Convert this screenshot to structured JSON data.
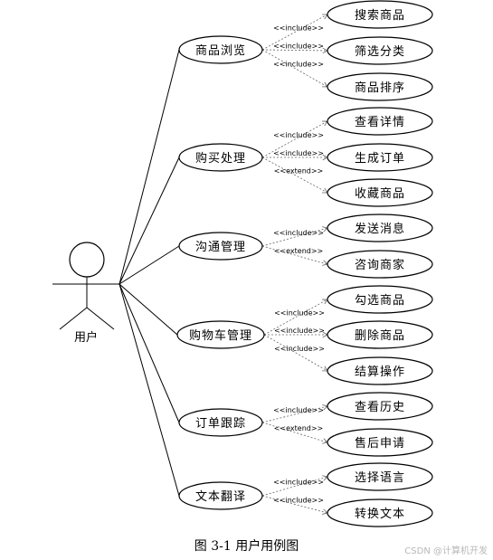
{
  "actor": {
    "label": "用户"
  },
  "main_use_cases": [
    {
      "label": "商品浏览"
    },
    {
      "label": "购买处理"
    },
    {
      "label": "沟通管理"
    },
    {
      "label": "购物车管理"
    },
    {
      "label": "订单跟踪"
    },
    {
      "label": "文本翻译"
    }
  ],
  "sub_use_cases": [
    {
      "label": "搜索商品",
      "parent": 0,
      "stereotype": "<<include>>"
    },
    {
      "label": "筛选分类",
      "parent": 0,
      "stereotype": "<<include>>"
    },
    {
      "label": "商品排序",
      "parent": 0,
      "stereotype": "<<include>>"
    },
    {
      "label": "查看详情",
      "parent": 1,
      "stereotype": "<<include>>"
    },
    {
      "label": "生成订单",
      "parent": 1,
      "stereotype": "<<include>>"
    },
    {
      "label": "收藏商品",
      "parent": 1,
      "stereotype": "<<extend>>"
    },
    {
      "label": "发送消息",
      "parent": 2,
      "stereotype": "<<include>>"
    },
    {
      "label": "咨询商家",
      "parent": 2,
      "stereotype": "<<extend>>"
    },
    {
      "label": "勾选商品",
      "parent": 3,
      "stereotype": "<<include>>"
    },
    {
      "label": "删除商品",
      "parent": 3,
      "stereotype": "<<include>>"
    },
    {
      "label": "结算操作",
      "parent": 3,
      "stereotype": "<<include>>"
    },
    {
      "label": "查看历史",
      "parent": 4,
      "stereotype": "<<include>>"
    },
    {
      "label": "售后申请",
      "parent": 4,
      "stereotype": "<<extend>>"
    },
    {
      "label": "选择语言",
      "parent": 5,
      "stereotype": "<<include>>"
    },
    {
      "label": "转换文本",
      "parent": 5,
      "stereotype": "<<include>>"
    }
  ],
  "caption": "图 3-1 用户用例图",
  "watermark": "CSDN @计算机开发"
}
